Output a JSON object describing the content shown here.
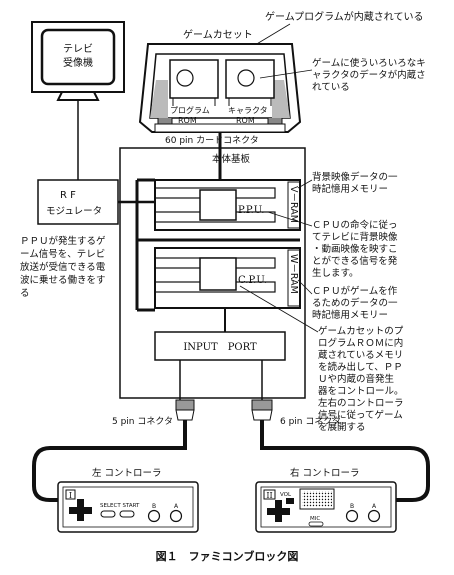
{
  "labels": {
    "tv": [
      "テレビ",
      "受像機"
    ],
    "game_cassette": "ゲームカセット",
    "program_rom": [
      "プログラム",
      "ROM"
    ],
    "character_rom": [
      "キャラクタ",
      "ROM"
    ],
    "connector_60": "60 pin カードコネクタ",
    "mainboard": "本体基板",
    "rf": [
      "R F",
      "モジュレータ"
    ],
    "vram": "V－RAM",
    "ppu": "P.P.U.",
    "cpu": "C.P.U.",
    "wram": "W－RAM",
    "input_port": "INPUT　PORT",
    "connector_5": "5 pin コネクタ",
    "connector_6": "6 pin コネクタ",
    "left_controller": "左 コントローラ",
    "right_controller": "右 コントローラ",
    "ctrl_left_num": "I",
    "ctrl_right_num": "II",
    "select_start": "SELECT START",
    "btn_b": "B",
    "btn_a": "A",
    "vol": "VOL",
    "mic": "MIC"
  },
  "annotations": {
    "program_contained": "ゲームプログラムが内蔵されている",
    "character_data": [
      "ゲームに使ういろいろなキ",
      "ャラクタのデータが内蔵さ",
      "れている"
    ],
    "vram_desc": [
      "背景映像データの一",
      "時記憶用メモリー"
    ],
    "ppu_desc": [
      "ＣＰＵの命令に従っ",
      "てテレビに背景映像",
      "・動画映像を映すこ",
      "とができる信号を発",
      "生します。"
    ],
    "cpu_desc": [
      "ＣＰＵがゲームを作",
      "るためのデータの一",
      "時記憶用メモリー"
    ],
    "rf_desc": [
      "ＰＰＵが発生するゲ",
      "ーム信号を、テレビ",
      "放送が受信できる電",
      "波に乗せる働きをす",
      "る"
    ],
    "cpu_long_desc": [
      "ゲームカセットのプ",
      "ログラムＲＯＭに内",
      "蔵されているメモリ",
      "を読み出して、ＰＰ",
      "Ｕや内蔵の音発生",
      "器をコントロール。",
      "左右のコントローラ",
      "信号に従ってゲーム",
      "を展開する"
    ]
  },
  "caption": "図１　ファミコンブロック図"
}
